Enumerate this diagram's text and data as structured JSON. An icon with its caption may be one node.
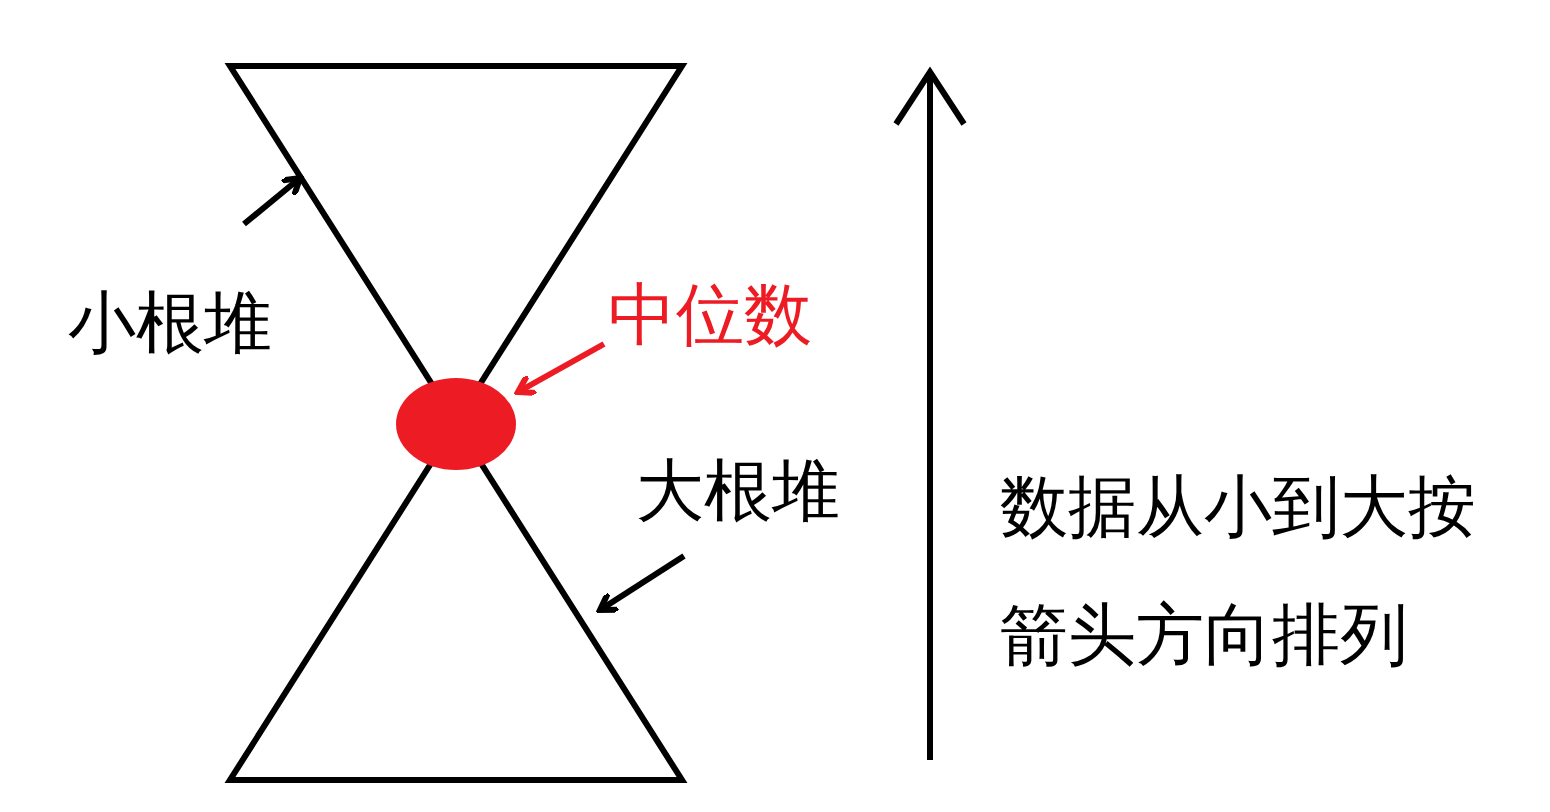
{
  "diagram": {
    "nodes": [
      {
        "text": [
          "小根堆"
        ]
      },
      {
        "text": [],
        "shape": "triangle"
      },
      {
        "text": [
          "中位数"
        ]
      },
      {
        "text": [],
        "shape": "circle"
      },
      {
        "text": [
          "大根堆"
        ]
      },
      {
        "text": [],
        "shape": "triangle"
      }
    ],
    "edges": [
      {
        "from": 0,
        "to": 1,
        "arrow": "to"
      },
      {
        "from": 2,
        "to": 3,
        "arrow": "to",
        "color": "#ed1c24"
      },
      {
        "from": 4,
        "to": 5,
        "arrow": "to"
      }
    ],
    "labels": [
      "数据从小到大按箭头方向排列"
    ]
  }
}
